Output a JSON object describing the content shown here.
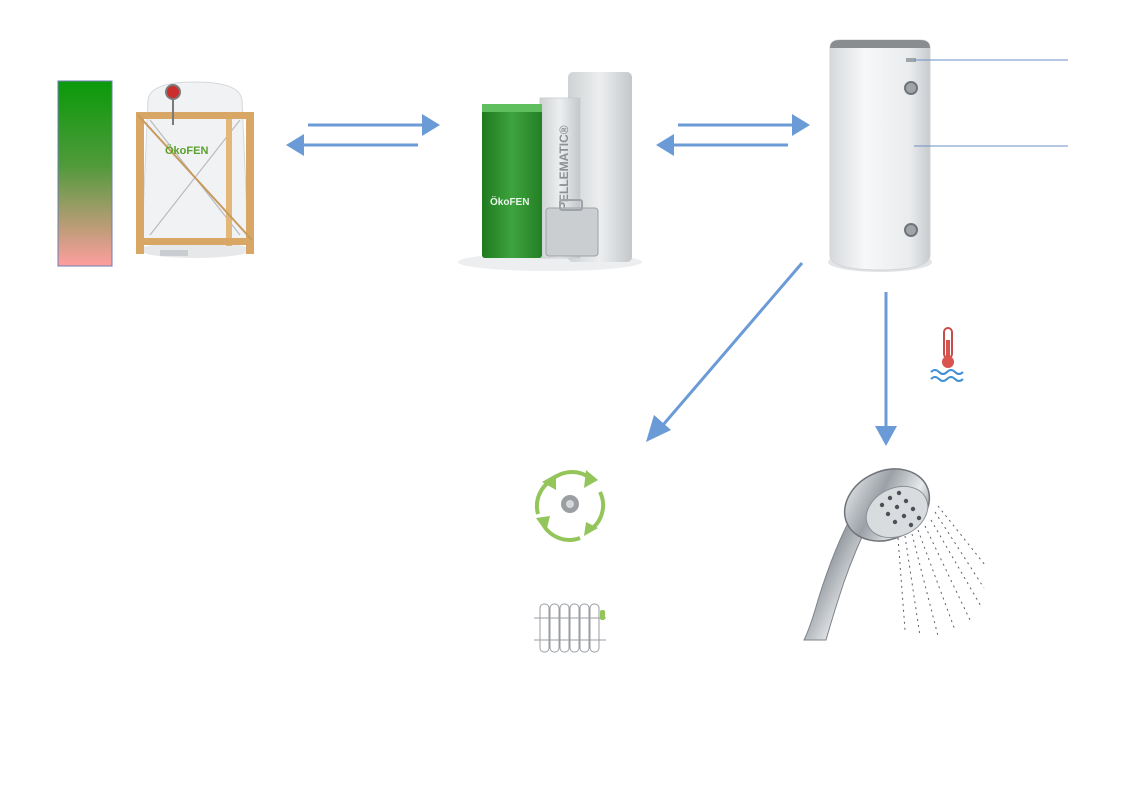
{
  "components": {
    "fill_gauge": {
      "icon": "pellet-level-gauge-icon",
      "colors": {
        "full": "#0a9a0a",
        "empty": "#ff9e9e"
      }
    },
    "pellet_storage": {
      "icon": "fabric-silo-icon",
      "brand_text": "ÖkoFEN",
      "colors": {
        "frame": "#d8a868",
        "fabric": "#eef0f2",
        "accent": "#5aa02c"
      }
    },
    "boiler": {
      "icon": "pellet-boiler-icon",
      "brand_text": "ÖkoFEN",
      "model_text": "PELLEMATIC®",
      "colors": {
        "green": "#2e8b2e",
        "body": "#e6e8ea"
      }
    },
    "storage_tank": {
      "icon": "hot-water-tank-icon",
      "colors": {
        "body": "#eef0f1",
        "cap": "#8a8d90"
      }
    },
    "heating_circuit": {
      "icon": "circulation-pump-icon",
      "colors": {
        "accent": "#93c55a"
      }
    },
    "radiator": {
      "icon": "radiator-icon"
    },
    "hot_water_temp": {
      "icon": "thermometer-water-icon",
      "colors": {
        "red": "#d9534f",
        "wave": "#3f8fd6"
      }
    },
    "shower": {
      "icon": "shower-head-icon"
    }
  },
  "flows": {
    "color": "#6b9bd6",
    "silo_boiler": "bidirectional-arrows-icon",
    "boiler_tank": "bidirectional-arrows-icon",
    "tank_heating": "arrow-icon",
    "tank_shower": "arrow-icon"
  }
}
